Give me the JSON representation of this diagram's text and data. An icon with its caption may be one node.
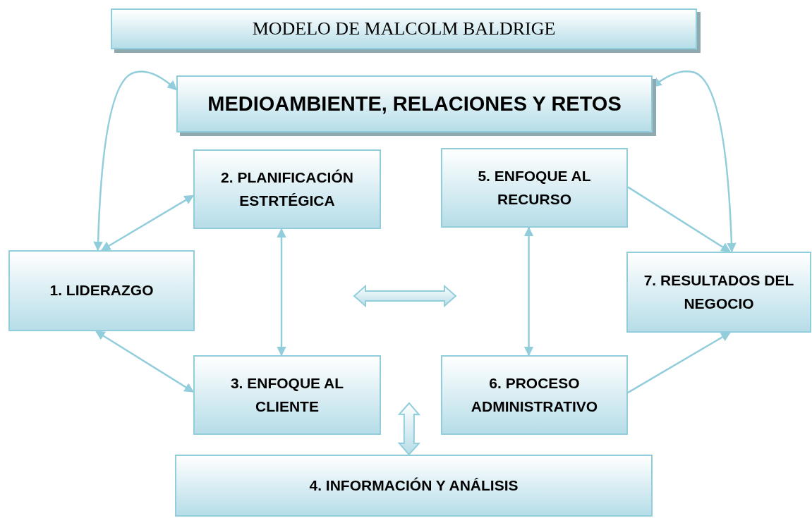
{
  "diagram": {
    "nodes": [
      {
        "text": [
          "MODELO DE MALCOLM BALDRIGE"
        ]
      },
      {
        "text": [
          "MEDIOAMBIENTE, RELACIONES Y RETOS"
        ]
      },
      {
        "text": [
          "2. PLANIFICACIÓN ESTRTÉGICA"
        ]
      },
      {
        "text": [
          "5. ENFOQUE AL RECURSO"
        ]
      },
      {
        "text": [
          "1. LIDERAZGO"
        ]
      },
      {
        "text": [
          "7. RESULTADOS DEL NEGOCIO"
        ]
      },
      {
        "text": [
          "3. ENFOQUE AL CLIENTE"
        ]
      },
      {
        "text": [
          "6. PROCESO ADMINISTRATIVO"
        ]
      },
      {
        "text": [
          "4. INFORMACIÓN Y ANÁLISIS"
        ]
      }
    ],
    "edges": [
      {
        "from": 1,
        "to": 4,
        "arrow": "both"
      },
      {
        "from": 1,
        "to": 5,
        "arrow": "both"
      },
      {
        "from": 4,
        "to": 2,
        "arrow": "both"
      },
      {
        "from": 4,
        "to": 6,
        "arrow": "both"
      },
      {
        "from": 2,
        "to": 6,
        "arrow": "both"
      },
      {
        "from": 3,
        "to": 7,
        "arrow": "both"
      },
      {
        "from": 3,
        "to": 5,
        "arrow": "to"
      },
      {
        "from": 7,
        "to": 5,
        "arrow": "to"
      },
      {
        "from": null,
        "to": 8,
        "arrow": "both",
        "style": "thick"
      }
    ]
  }
}
